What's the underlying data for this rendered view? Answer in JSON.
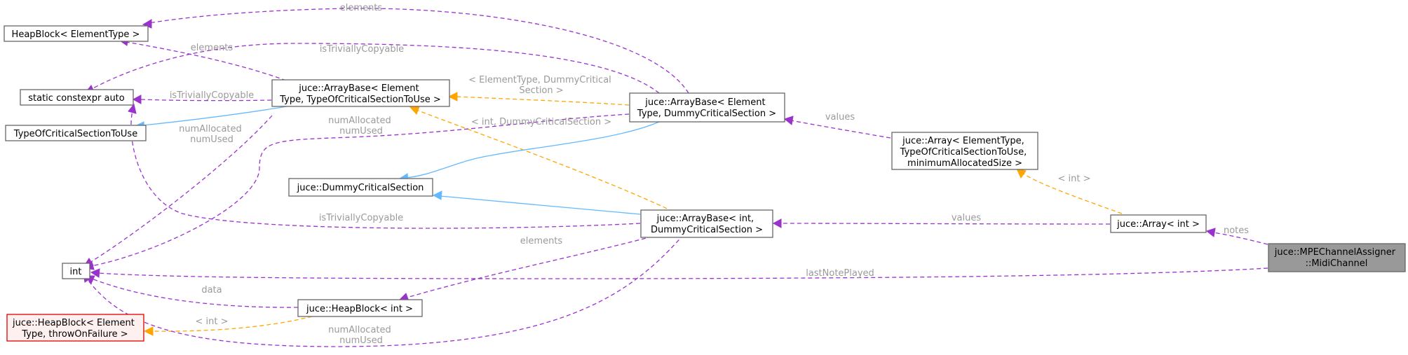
{
  "nodes": {
    "heapblock_elementtype": {
      "lines": [
        "HeapBlock< ElementType >"
      ]
    },
    "static_constexpr_auto": {
      "lines": [
        "static constexpr auto"
      ]
    },
    "typeofcriticalsectiontouse": {
      "lines": [
        "TypeOfCriticalSectionToUse"
      ]
    },
    "int": {
      "lines": [
        "int"
      ]
    },
    "heapblock_throw": {
      "lines": [
        "juce::HeapBlock< Element",
        "Type, throwOnFailure >"
      ]
    },
    "arraybase_generic": {
      "lines": [
        "juce::ArrayBase< Element",
        "Type, TypeOfCriticalSectionToUse >"
      ]
    },
    "dummycriticalsection": {
      "lines": [
        "juce::DummyCriticalSection"
      ]
    },
    "heapblock_int": {
      "lines": [
        "juce::HeapBlock< int >"
      ]
    },
    "arraybase_element_dummy": {
      "lines": [
        "juce::ArrayBase< Element",
        "Type, DummyCriticalSection >"
      ]
    },
    "arraybase_int_dummy": {
      "lines": [
        "juce::ArrayBase< int,",
        "DummyCriticalSection >"
      ]
    },
    "array_generic": {
      "lines": [
        "juce::Array< ElementType,",
        "TypeOfCriticalSectionToUse,",
        "minimumAllocatedSize >"
      ]
    },
    "array_int": {
      "lines": [
        "juce::Array< int >"
      ]
    },
    "midichannel": {
      "lines": [
        "juce::MPEChannelAssigner",
        "::MidiChannel"
      ]
    }
  },
  "edge_labels": {
    "elements_top": [
      "elements"
    ],
    "elements_mid": [
      "elements"
    ],
    "istriviallycopyable_top": [
      "isTriviallyCopyable"
    ],
    "istriviallycopyable_mid": [
      "isTriviallyCopyable"
    ],
    "istriviallycopyable_low": [
      "isTriviallyCopyable"
    ],
    "template_elementtype_dummy": [
      "< ElementType, DummyCritical",
      "Section >"
    ],
    "template_int_dummy": [
      "< int, DummyCriticalSection >"
    ],
    "numallocated_left": [
      "numAllocated",
      "numUsed"
    ],
    "numallocated_right": [
      "numAllocated",
      "numUsed"
    ],
    "numallocated_bottom": [
      "numAllocated",
      "numUsed"
    ],
    "values_top": [
      "values"
    ],
    "values_mid": [
      "values"
    ],
    "template_int_right": [
      "< int >"
    ],
    "template_int_left": [
      "< int >"
    ],
    "elements_low": [
      "elements"
    ],
    "data": [
      "data"
    ],
    "notes": [
      "notes"
    ],
    "lastnoteplayed": [
      "lastNotePlayed"
    ]
  },
  "colors": {
    "usage_edge": "#9a32cd",
    "template_edge": "#ffa500",
    "inheritance_edge": "#63b8ff",
    "edge_label": "#9a9a9a",
    "focus_node_fill": "#999999",
    "error_node_border": "#e00000"
  }
}
